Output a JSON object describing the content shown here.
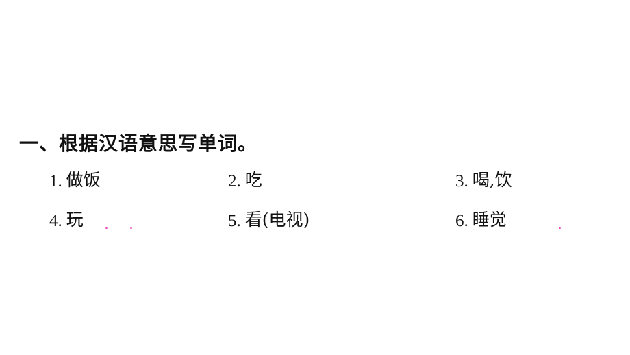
{
  "section": {
    "heading": "一、根据汉语意思写单词。"
  },
  "items": [
    {
      "number": "1.",
      "prompt": "做饭",
      "answer": ""
    },
    {
      "number": "2.",
      "prompt": "吃",
      "answer": ""
    },
    {
      "number": "3.",
      "prompt": "喝,饮",
      "answer": ""
    },
    {
      "number": "4.",
      "prompt": "玩",
      "answer": ""
    },
    {
      "number": "5.",
      "prompt": "看(电视)",
      "answer": ""
    },
    {
      "number": "6.",
      "prompt": "睡觉",
      "answer": ""
    }
  ],
  "colors": {
    "blank_line": "#e83fb4",
    "text": "#111111"
  }
}
